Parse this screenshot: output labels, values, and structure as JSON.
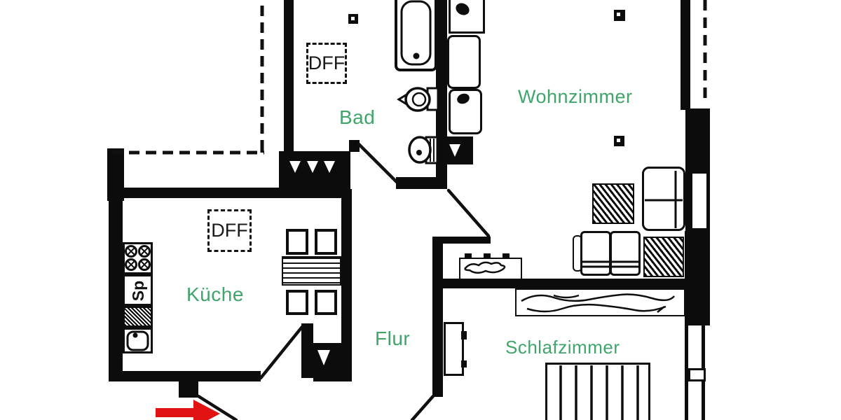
{
  "title": "apartment-floor-plan",
  "labels": {
    "bad": "Bad",
    "wohnzimmer": "Wohnzimmer",
    "kueche": "Küche",
    "flur": "Flur",
    "schlafzimmer": "Schlafzimmer",
    "dff_bad": "DFF",
    "dff_kueche": "DFF",
    "spuele": "Sp"
  },
  "colors": {
    "room_label_green": "#3FA56B",
    "entrance_arrow_red": "#E01212",
    "wall_black": "#0C0C0C",
    "background": "#FFFFFF"
  },
  "fixtures": [
    "bathtub-icon",
    "washbasin-icon",
    "toilet-icon",
    "radiator-icon",
    "vent-icon",
    "stove-icon",
    "kitchen-sink-icon",
    "refrigerator-icon",
    "dining-table-icon",
    "chair-icon",
    "sofa-icon",
    "armchair-icon",
    "shelf-icon",
    "plant-box-icon",
    "wardrobe-icon",
    "bed-icon",
    "window-icon",
    "door-swing-icon",
    "roof-post-icon",
    "roof-edge-dashed-line",
    "entrance-arrow-icon"
  ]
}
